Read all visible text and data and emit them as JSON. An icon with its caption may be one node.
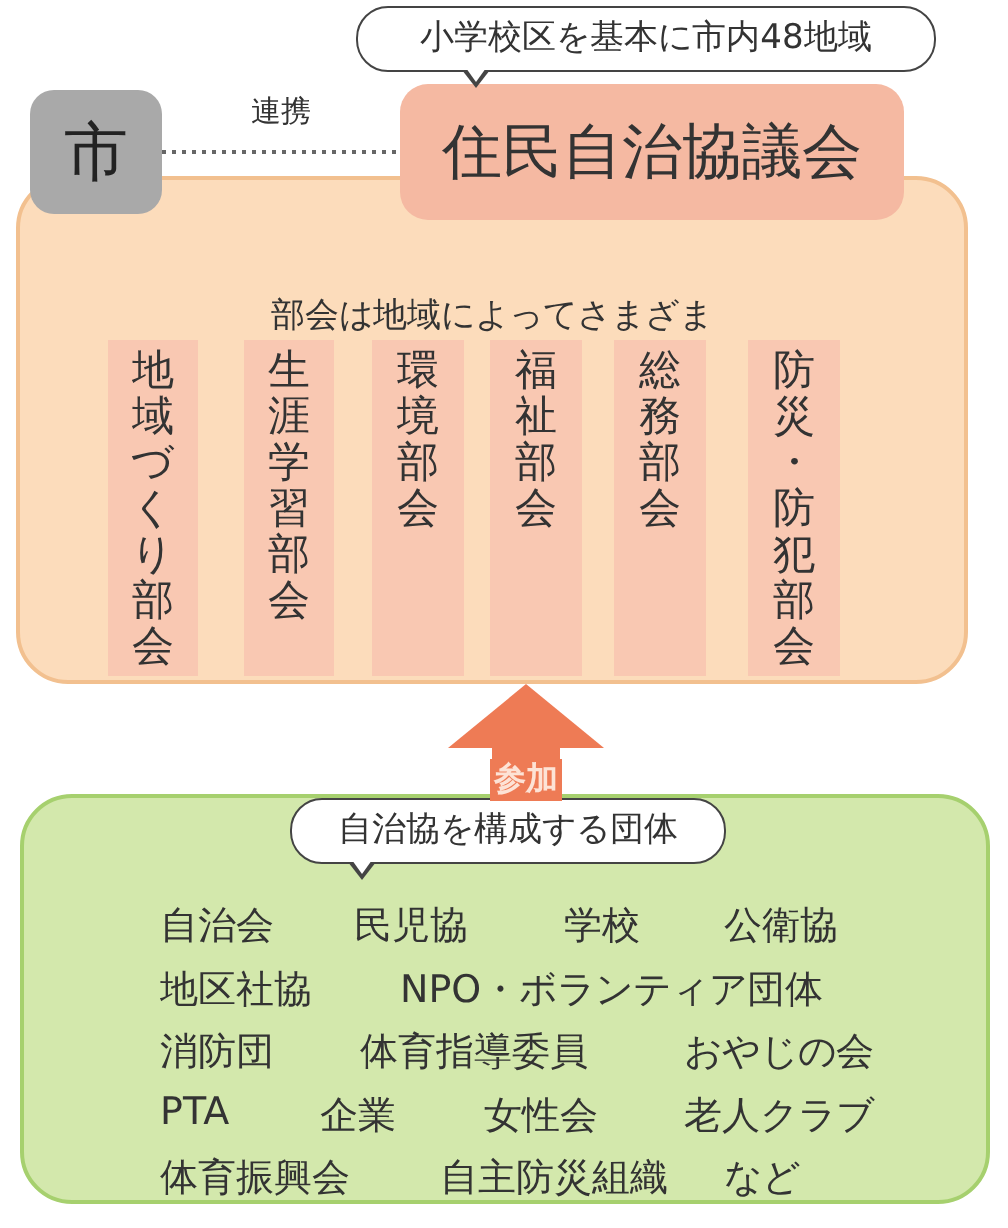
{
  "diagram": {
    "nodes": [
      {
        "text": [
          "市"
        ]
      },
      {
        "text": [
          "住民自治協議会"
        ],
        "beside": [
          "小学校区を基本に市内48地域"
        ]
      },
      {
        "text": [
          "部会は地域によってさまざま"
        ]
      },
      {
        "text": [
          "地域づくり部会"
        ],
        "in": 2
      },
      {
        "text": [
          "生涯学習部会"
        ],
        "in": 2
      },
      {
        "text": [
          "環境部会"
        ],
        "in": 2
      },
      {
        "text": [
          "福祉部会"
        ],
        "in": 2
      },
      {
        "text": [
          "総務部会"
        ],
        "in": 2
      },
      {
        "text": [
          "防災・防犯部会"
        ],
        "in": 2
      },
      {
        "text": [
          "自治協を構成する団体",
          "自治会",
          "民児協",
          "学校",
          "公衛協",
          "地区社協",
          "NPO・ボランティア団体",
          "消防団",
          "体育指導委員",
          "おやじの会",
          "PTA",
          "企業",
          "女性会",
          "老人クラブ",
          "体育振興会",
          "自主防災組織",
          "など"
        ]
      }
    ],
    "edges": [
      {
        "from": 0,
        "to": 1,
        "arrow": "none",
        "label": "連携",
        "style": "dashed"
      },
      {
        "from": 9,
        "to": 2,
        "arrow": "to",
        "label": "参加",
        "style": "thick",
        "color": "#ee7b55"
      }
    ]
  }
}
